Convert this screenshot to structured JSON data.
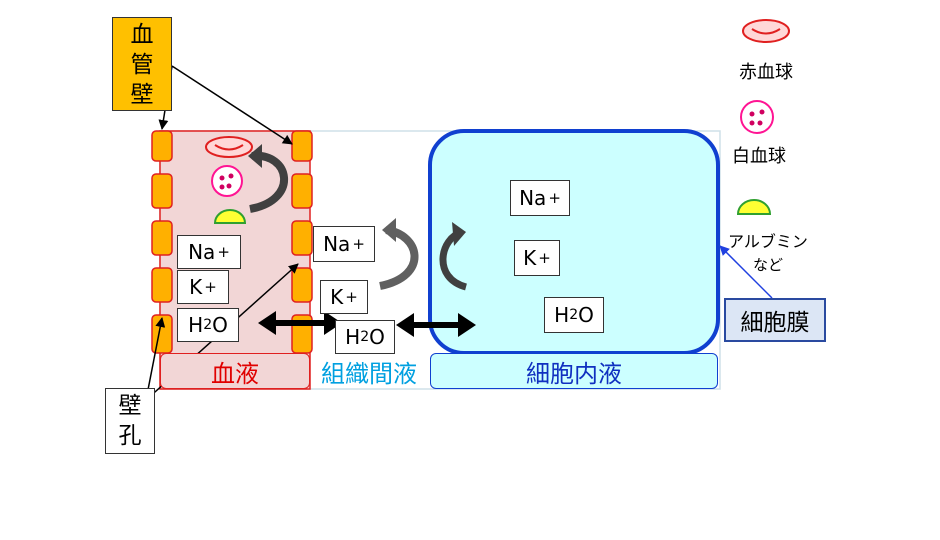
{
  "labels": {
    "vessel_wall": [
      "血",
      "管",
      "壁"
    ],
    "wall_pore": [
      "壁",
      "孔"
    ],
    "cell_membrane": "細胞膜",
    "blood": "血液",
    "interstitial": "組織間液",
    "intracellular": "細胞内液"
  },
  "ions": {
    "na": "Na",
    "k": "K",
    "plus": "+",
    "h": "H",
    "two": "2",
    "o": "O"
  },
  "legend": {
    "rbc": "赤血球",
    "wbc": "白血球",
    "albumin": "アルブミン",
    "albumin_etc": "など"
  },
  "colors": {
    "vessel_fill": "#f2d6d6",
    "vessel_border": "#e02020",
    "wall_cells": "#ffb000",
    "cell_fill": "#ccffff",
    "cell_border": "#1040d0",
    "label_orange": "#ffc000",
    "blood_text": "#e00000",
    "interstitial_text": "#00a0e0",
    "intracellular_text": "#1030c0",
    "membrane_label_fill": "#dce6f5",
    "membrane_label_border": "#2a4aa0"
  }
}
